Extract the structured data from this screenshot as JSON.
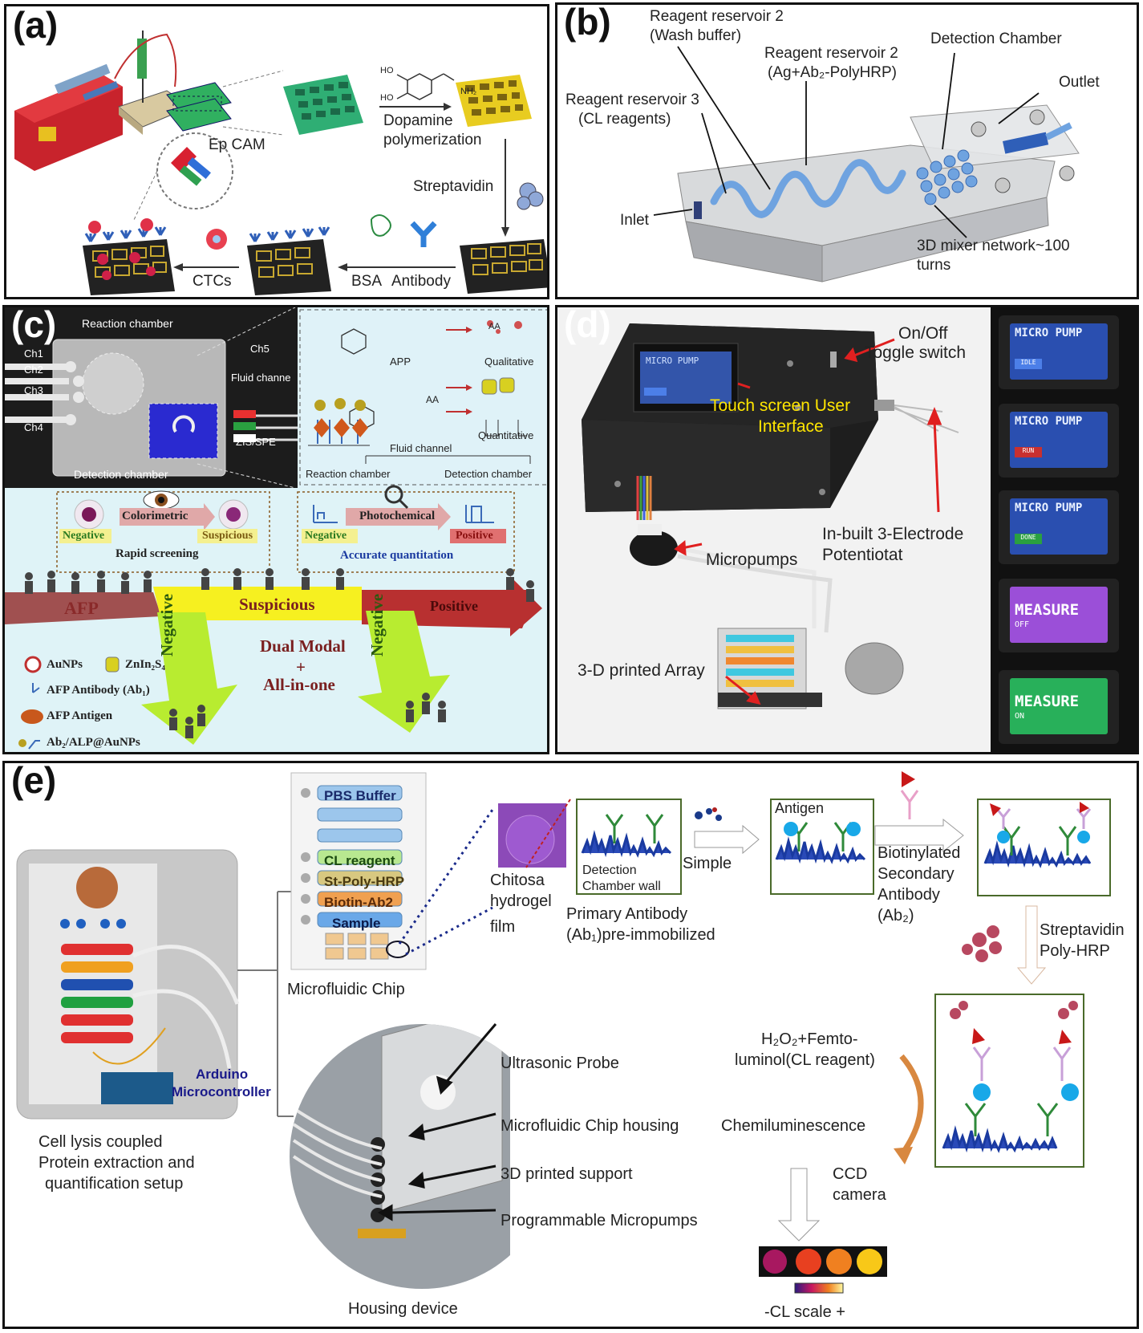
{
  "panel_a": {
    "label": "(a)",
    "epcam": "Ep CAM",
    "dopamine": "Dopamine",
    "polymerization": "polymerization",
    "streptavidin": "Streptavidin",
    "ctcs": "CTCs",
    "bsa": "BSA",
    "antibody": "Antibody",
    "chem_ho1": "HO",
    "chem_ho2": "HO",
    "chem_nh2": "NH₂"
  },
  "panel_b": {
    "label": "(b)",
    "reservoir2_wash_1": "Reagent reservoir 2",
    "reservoir2_wash_2": "(Wash buffer)",
    "reservoir2_ag_1": "Reagent reservoir 2",
    "reservoir2_ag_2": "(Ag+Ab₂-PolyHRP)",
    "detection_chamber": "Detection Chamber",
    "outlet": "Outlet",
    "reservoir3_1": "Reagent reservoir 3",
    "reservoir3_2": "(CL reagents)",
    "inlet": "Inlet",
    "mixer_1": "3D mixer network~100",
    "mixer_2": "turns"
  },
  "panel_c": {
    "label": "(c)",
    "reaction_chamber_top": "Reaction chamber",
    "ch1": "Ch1",
    "ch2": "Ch2",
    "ch3": "Ch3",
    "ch4": "Ch4",
    "ch5": "Ch5",
    "fluid_channel_top": "Fluid channe",
    "zis_spe": "ZIS/SPE",
    "detection_chamber_bottom": "Detection chamber",
    "app": "APP",
    "aa": "AA",
    "aa2": "AA",
    "qualitative": "Qualitative",
    "quantitative": "Quantitative",
    "fluid_channel": "Fluid channel",
    "reaction_chamber": "Reaction chamber",
    "detection_chamber2": "Detection  chamber",
    "colorimetric": "Colorimetric",
    "negative1": "Negative",
    "suspicious1": "Suspicious",
    "rapid_screening": "Rapid screening",
    "photochemical": "Photochemical",
    "negative2": "Negative",
    "positive1": "Positive",
    "accurate_quant": "Accurate quantitation",
    "afp": "AFP",
    "suspicious_band": "Suspicious",
    "positive_band": "Positive",
    "negative_arrow1": "Negative",
    "negative_arrow2": "Negative",
    "dual_modal": "Dual Modal",
    "plus": "+",
    "all_in_one": "All-in-one",
    "legend_aunps": "AuNPs",
    "legend_znin": "ZnIn₂S₄",
    "legend_ab1": "AFP Antibody (Ab₁)",
    "legend_antigen": "AFP Antigen",
    "legend_ab2": "Ab₂/ALP@AuNPs"
  },
  "panel_d": {
    "label": "(d)",
    "device_screen": "MICRO PUMP",
    "on_off_1": "On/Off",
    "on_off_2": "Toggle switch",
    "touch_1": "Touch screen User",
    "touch_2": "Interface",
    "potentiostat_1": "In-built 3-Electrode",
    "potentiostat_2": "Potentiotat",
    "micropumps": "Micropumps",
    "array": "3-D printed Array",
    "screens": [
      {
        "title": "MICRO PUMP",
        "btn": "IDLE",
        "color": "#2f55c8",
        "bg": "#2a4fb0"
      },
      {
        "title": "MICRO PUMP",
        "btn": "RUN",
        "color": "#c83030",
        "bg": "#2a4fb0"
      },
      {
        "title": "MICRO PUMP",
        "btn": "DONE",
        "color": "#2aa040",
        "bg": "#2a4fb0"
      },
      {
        "title": "MEASURE",
        "sub": "OFF",
        "bg": "#9b4fd8"
      },
      {
        "title": "MEASURE",
        "sub": "ON",
        "bg": "#28b05a"
      }
    ]
  },
  "panel_e": {
    "label": "(e)",
    "chip_labels": [
      "PBS Buffer",
      "CL reagent",
      "St-Poly-HRP",
      "Biotin-Ab2",
      "Sample"
    ],
    "microfluidic_chip": "Microfluidic Chip",
    "arduino": "Arduino",
    "microcontroller": "Microcontroller",
    "setup_1": "Cell lysis coupled",
    "setup_2": "Protein extraction and",
    "setup_3": "quantification setup",
    "chitosa": "Chitosa",
    "hydrogel": "hydrogel",
    "film": "film",
    "detection_wall_1": "Detection",
    "detection_wall_2": "Chamber wall",
    "primary_ab_1": "Primary Antibody",
    "primary_ab_2": "(Ab₁)pre-immobilized",
    "simple": "Simple",
    "antigen": "Antigen",
    "biotinylated_1": "Biotinylated",
    "biotinylated_2": "Secondary",
    "biotinylated_3": "Antibody",
    "biotinylated_4": "(Ab₂)",
    "streptavidin_1": "Streptavidin",
    "streptavidin_2": "Poly-HRP",
    "h2o2_1": "H₂O₂+Femto-",
    "h2o2_2": "luminol(CL reagent)",
    "chemiluminescence": "Chemiluminescence",
    "ccd_1": "CCD",
    "ccd_2": "camera",
    "cl_scale": "-CL scale +",
    "ultrasonic": "Ultrasonic  Probe",
    "chip_housing": "Microfluidic Chip housing",
    "support": "3D printed   support",
    "micropumps": "Programmable  Micropumps",
    "housing_device": "Housing device"
  }
}
